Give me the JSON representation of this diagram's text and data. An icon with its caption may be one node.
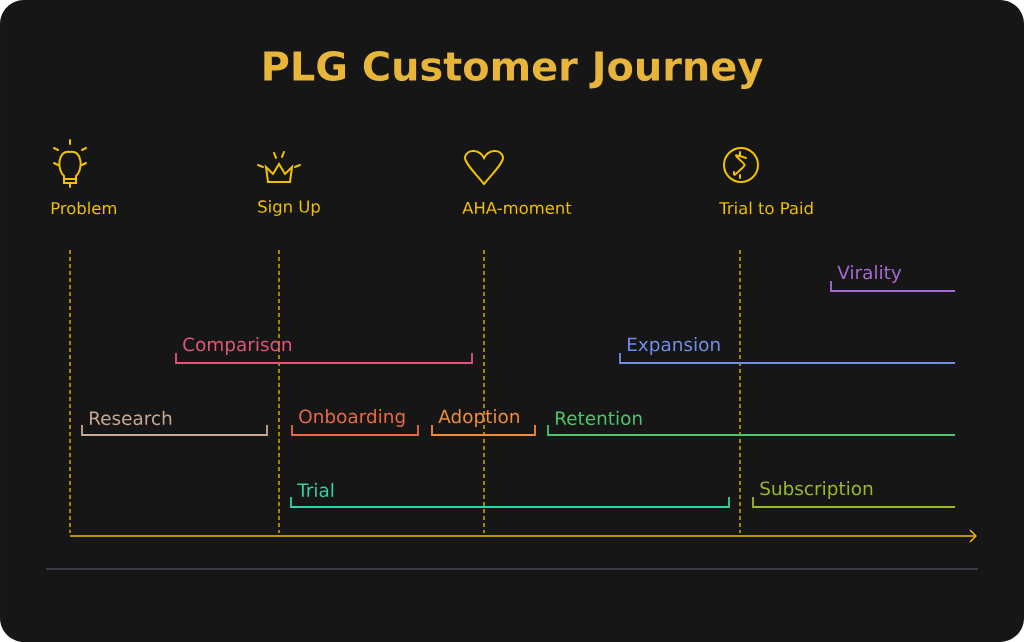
{
  "diagram": {
    "title": "PLG Customer Journey",
    "labels": [
      "Problem",
      "Sign Up",
      "AHA-moment",
      "Trial to Paid",
      "Virality",
      "Comparison",
      "Expansion",
      "Research",
      "Onboarding",
      "Adoption",
      "Retention",
      "Trial",
      "Subscription"
    ]
  }
}
